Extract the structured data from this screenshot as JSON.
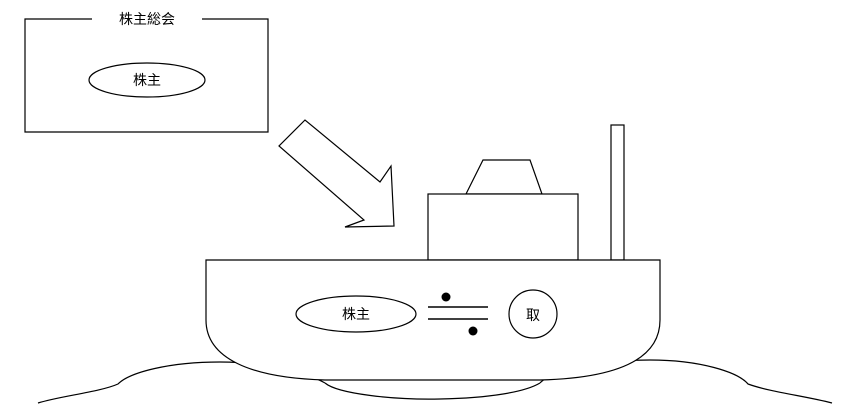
{
  "meeting_box": {
    "title": "株主総会",
    "member_label": "株主"
  },
  "ship": {
    "left_label": "株主",
    "right_label": "取",
    "relation_symbol": "≒"
  },
  "colors": {
    "stroke": "#000000",
    "fill": "#ffffff"
  }
}
